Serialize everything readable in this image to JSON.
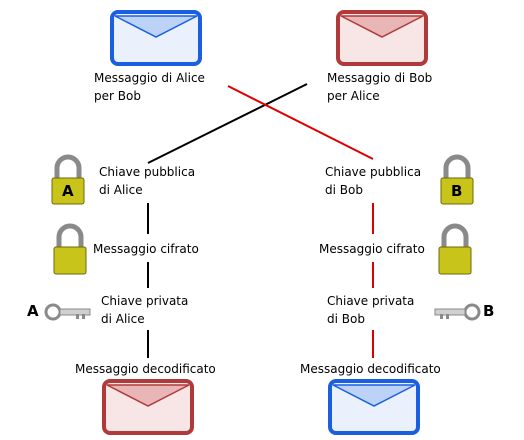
{
  "alice_message": {
    "label": "Messaggio di Alice\nper Bob",
    "color": "#1a5fe0"
  },
  "bob_message": {
    "label": "Messaggio di Bob\nper Alice",
    "color": "#b03a3a"
  },
  "left_column": {
    "public_key_label": "Chiave pubblica\ndi Alice",
    "public_key_lock_letter": "A",
    "encrypted_label": "Messaggio cifrato",
    "private_key_label": "Chiave privata\ndi Alice",
    "private_key_letter": "A",
    "decoded_label": "Messaggio decodificato"
  },
  "right_column": {
    "public_key_label": "Chiave pubblica\ndi Bob",
    "public_key_lock_letter": "B",
    "encrypted_label": "Messaggio cifrato",
    "private_key_label": "Chiave privata\ndi Bob",
    "private_key_letter": "B",
    "decoded_label": "Messaggio decodificato"
  },
  "colors": {
    "lock": "#c8c41a",
    "lock_shackle": "#8a8a8a",
    "line_alice": "#000000",
    "line_bob": "#dd0000"
  }
}
